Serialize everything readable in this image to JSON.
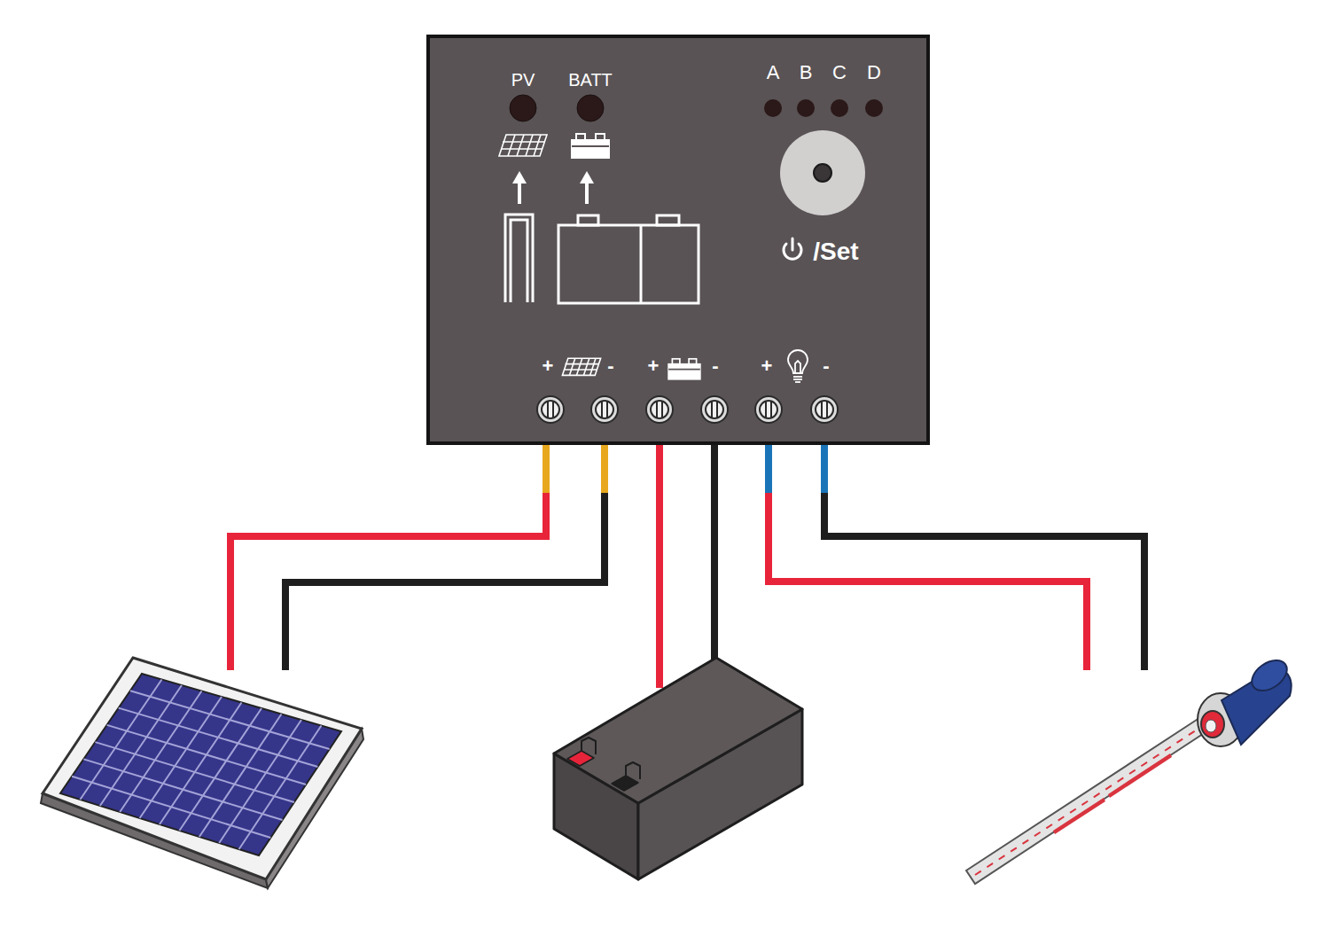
{
  "diagram": {
    "nodes": [
      {
        "text": [
          "PV",
          "BATT",
          "A",
          "B",
          "C",
          "D",
          "/Set",
          "+",
          "-",
          "+",
          "-",
          "+",
          "-"
        ]
      }
    ]
  }
}
